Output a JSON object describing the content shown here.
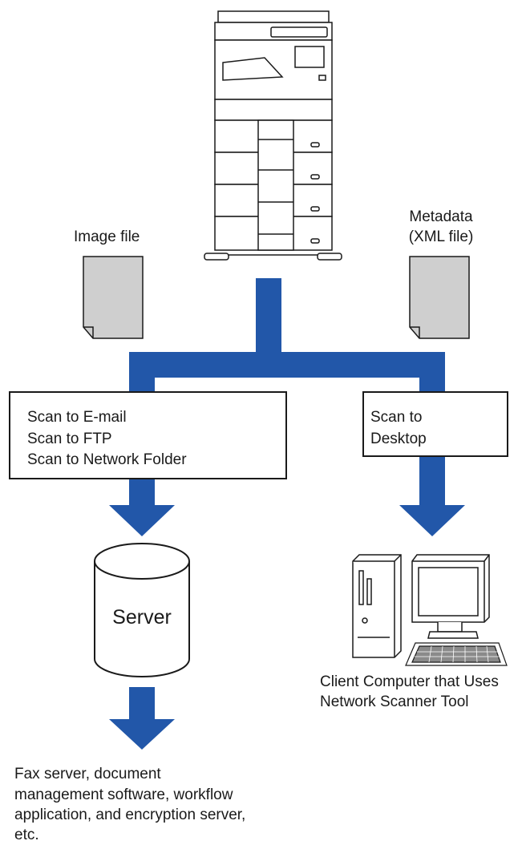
{
  "colors": {
    "arrow": "#2257a9",
    "doc_fill": "#cfcfcf",
    "outline": "#1a1a1a"
  },
  "labels": {
    "image_file": "Image file",
    "metadata_line1": "Metadata",
    "metadata_line2": "(XML file)",
    "scan_left": [
      "Scan to E-mail",
      "Scan to FTP",
      "Scan to Network Folder"
    ],
    "scan_right": [
      "Scan to",
      "Desktop"
    ],
    "server": "Server",
    "client": [
      "Client Computer that Uses",
      "Network Scanner Tool"
    ],
    "destinations": [
      "Fax server, document",
      "management software, workflow",
      "application, and encryption server,",
      "etc."
    ]
  },
  "icons": [
    "printer-icon",
    "document-icon",
    "database-server-icon",
    "desktop-computer-icon",
    "keyboard-icon"
  ]
}
